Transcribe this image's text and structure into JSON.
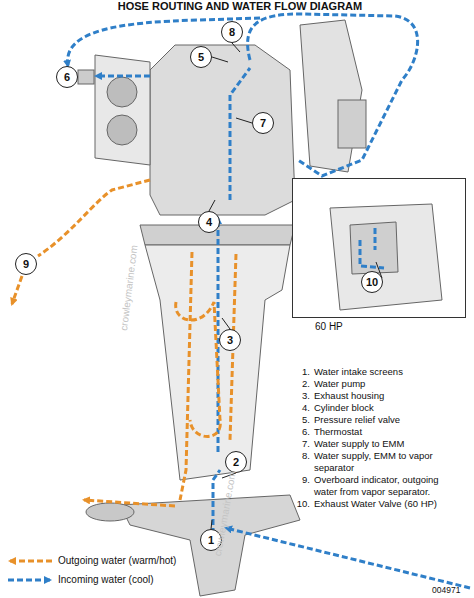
{
  "diagram": {
    "title": "HOSE ROUTING AND WATER FLOW DIAGRAM",
    "nodes": [
      {
        "text": [
          "8"
        ]
      },
      {
        "text": [
          "5"
        ]
      },
      {
        "text": [
          "6"
        ]
      },
      {
        "text": [
          "7"
        ]
      },
      {
        "text": [
          "60 HP"
        ]
      },
      {
        "text": [
          "10"
        ],
        "in": 4
      },
      {
        "text": [
          "4"
        ]
      },
      {
        "text": [
          "9"
        ]
      },
      {
        "text": [
          "3"
        ]
      },
      {
        "text": [
          "2"
        ]
      },
      {
        "text": [
          "1"
        ]
      }
    ],
    "labels": [
      "1.",
      "Water intake screens",
      "2.",
      "Water pump",
      "3.",
      "Exhaust housing",
      "4.",
      "Cylinder block",
      "5.",
      "Pressure relief valve",
      "6.",
      "Thermostat",
      "7.",
      "Water supply to EMM",
      "8.",
      "Water supply, EMM to vapor separator",
      "9.",
      "Overboard indicator, outgoing water from vapor separator.",
      "10.",
      "Exhaust Water Valve (60 HP)",
      "crowleymarine.com",
      "crowleymarine.com",
      "004971"
    ],
    "legend": [
      {
        "text": "Outgoing water (warm/hot)"
      },
      {
        "text": "Incoming water (cool)"
      }
    ]
  }
}
